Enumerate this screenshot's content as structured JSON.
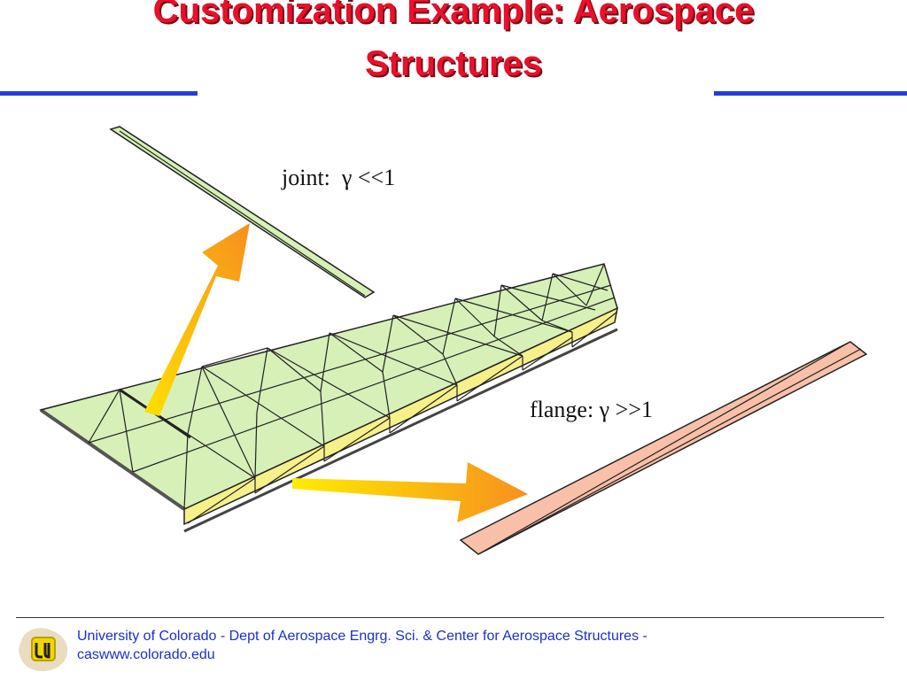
{
  "slide": {
    "title_line1": "Customization Example: Aerospace",
    "title_line2": "Structures",
    "title_color": "#e8102a",
    "rule_color": "#1f3fd6"
  },
  "figure": {
    "joint_label": "joint:  γ <<1",
    "flange_label": "flange: γ >>1",
    "colors": {
      "mesh_fill": "#d6f0b8",
      "web_fill": "#f6f08a",
      "flange_fill": "#f8c0a8",
      "arrow_fill": "#f8a020"
    }
  },
  "footer": {
    "line1": "University of Colorado - Dept of Aerospace Engrg. Sci. & Center for Aerospace Structures -",
    "line2": "caswww.colorado.edu",
    "logo_icon": "cu-logo-icon",
    "text_color": "#1a2fcf"
  }
}
